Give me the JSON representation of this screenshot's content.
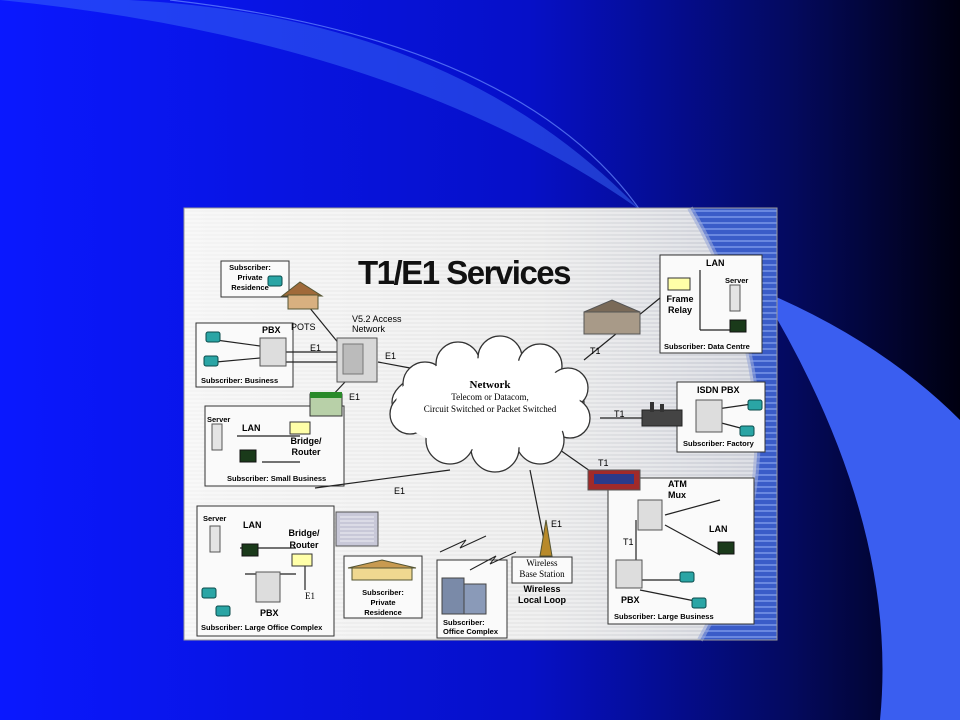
{
  "diagram": {
    "title": "T1/E1 Services",
    "network": {
      "title": "Network",
      "line1": "Telecom or Datacom,",
      "line2": "Circuit Switched or Packet Switched"
    },
    "v52": {
      "line1": "V5.2 Access",
      "line2": "Network"
    },
    "pots": "POTS",
    "links": {
      "e1": "E1",
      "t1": "T1"
    },
    "subscribers": {
      "private_residence_top": [
        "Subscriber:",
        "Private",
        "Residence"
      ],
      "business": "Subscriber:  Business",
      "small_business": "Subscriber:  Small Business",
      "large_office": "Subscriber: Large Office Complex",
      "private_residence_bottom": [
        "Subscriber:",
        "Private",
        "Residence"
      ],
      "office_complex": [
        "Subscriber:",
        "Office Complex"
      ],
      "data_centre": "Subscriber:  Data Centre",
      "factory": "Subscriber:  Factory",
      "large_business": "Subscriber:  Large Business"
    },
    "devices": {
      "pbx": "PBX",
      "lan": "LAN",
      "server": "Server",
      "bridge_router": [
        "Bridge/",
        "Router"
      ],
      "frame_relay": [
        "Frame",
        "Relay"
      ],
      "isdn_pbx": "ISDN PBX",
      "atm_mux": [
        "ATM",
        "Mux"
      ],
      "wireless_base": [
        "Wireless",
        "Base Station"
      ],
      "wireless_loop": [
        "Wireless",
        "Local Loop"
      ]
    }
  },
  "colors": {
    "background": "#0a14d8",
    "swoosh": "#3a5ef0",
    "title": "#111111"
  }
}
